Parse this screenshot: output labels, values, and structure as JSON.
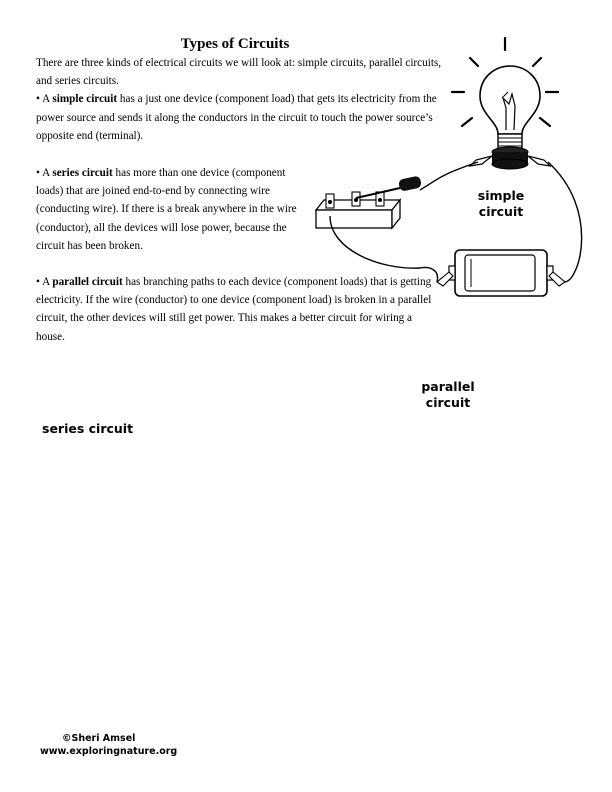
{
  "title": "Types of Circuits",
  "intro": "There are three kinds of electrical circuits we will look at: simple circuits, parallel circuits, and series circuits.",
  "simple": {
    "bullet": "• A ",
    "term": "simple circuit",
    "text": " has a just one device (component load) that gets its electricity from the power source and sends it along the conductors in the circuit to touch the power source’s opposite end (terminal)."
  },
  "series": {
    "bullet": "• A ",
    "term": "series circuit",
    "text": " has more than one device (component loads) that are joined end-to-end by connecting wire (conducting wire). If there is a break anywhere in the wire (conductor), all the devices will lose power, because the circuit has been broken."
  },
  "parallel": {
    "bullet": "• A ",
    "term": "parallel circuit",
    "text": " has branching paths to each device (component loads) that is getting electricity. If the wire (conductor) to one device (component load) is broken in a parallel circuit, the other devices will still get power. This makes a better circuit for wiring a house."
  },
  "labels": {
    "simple_l1": "simple",
    "simple_l2": "circuit",
    "series": "series circuit",
    "parallel_l1": "parallel",
    "parallel_l2": "circuit"
  },
  "credit": {
    "line1": "©Sheri Amsel",
    "line2": "www.exploringnature.org"
  }
}
